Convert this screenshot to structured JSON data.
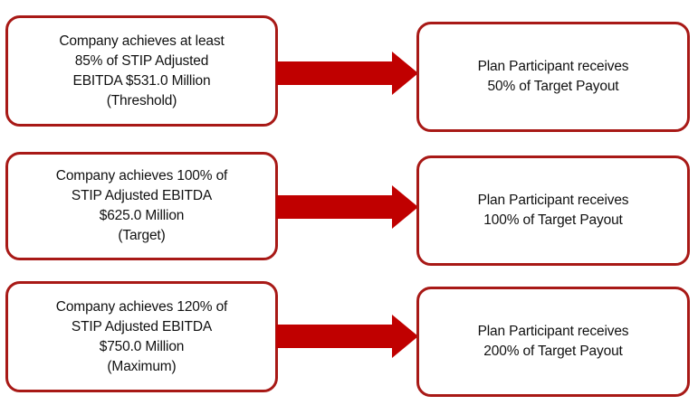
{
  "diagram": {
    "type": "flowchart",
    "orientation": "left-to-right",
    "colors": {
      "box_border": "#A81916",
      "box_fill": "#FFFFFF",
      "arrow_fill": "#C00000",
      "text": "#111111"
    },
    "rows": [
      {
        "id": "threshold",
        "condition": "Company achieves at least\n85% of STIP Adjusted\nEBITDA $531.0 Million\n(Threshold)",
        "connector": "right-arrow",
        "outcome": "Plan Participant receives\n50% of Target Payout"
      },
      {
        "id": "target",
        "condition": "Company achieves 100% of\nSTIP Adjusted EBITDA\n$625.0 Million\n(Target)",
        "connector": "right-arrow",
        "outcome": "Plan Participant receives\n100% of Target Payout"
      },
      {
        "id": "maximum",
        "condition": "Company achieves 120% of\nSTIP Adjusted EBITDA\n$750.0 Million\n(Maximum)",
        "connector": "right-arrow",
        "outcome": "Plan Participant receives\n200% of Target Payout"
      }
    ]
  }
}
